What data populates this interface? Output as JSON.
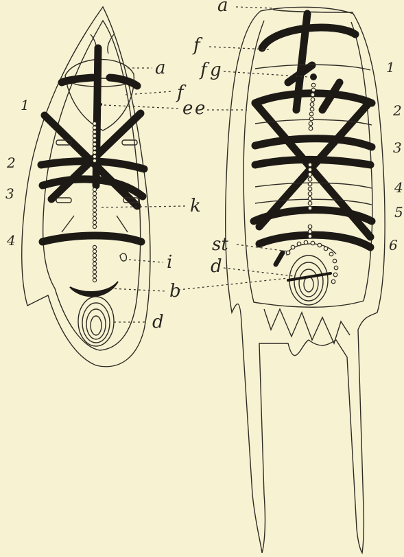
{
  "left_figure": {
    "letters": {
      "a": "a",
      "f": "f",
      "e": "e",
      "k": "k",
      "i": "i",
      "b": "b",
      "d": "d"
    },
    "ring_numbers": [
      "1",
      "2",
      "3",
      "4"
    ]
  },
  "right_figure": {
    "letters": {
      "a": "a",
      "f": "f",
      "g": "g",
      "e": "e",
      "st": "st",
      "d": "d"
    },
    "ring_numbers": [
      "1",
      "2",
      "3",
      "4",
      "5",
      "6"
    ]
  }
}
